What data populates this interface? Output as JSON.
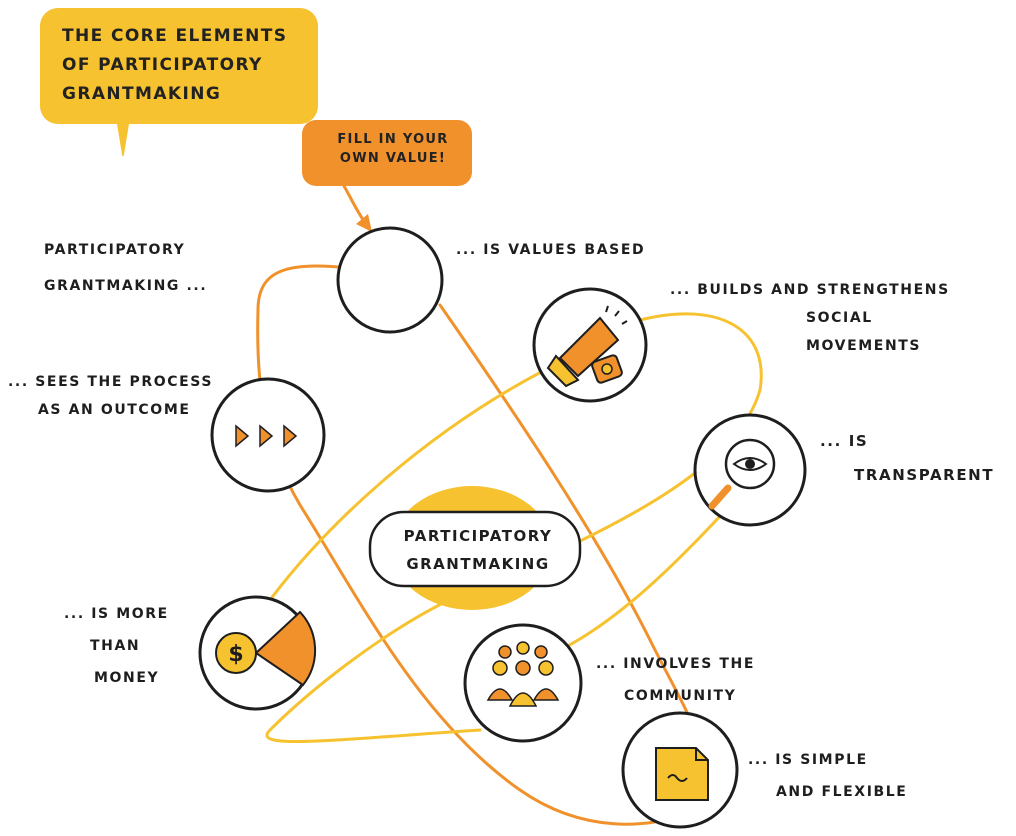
{
  "title_bubble": {
    "text_lines": [
      "THE CORE ELEMENTS",
      "OF PARTICIPATORY",
      "GRANTMAKING"
    ]
  },
  "fill_bubble": {
    "text_lines": [
      "FILL IN YOUR",
      "OWN VALUE!"
    ]
  },
  "side_label": {
    "lines": [
      "PARTICIPATORY",
      "GRANTMAKING ..."
    ]
  },
  "center": {
    "lines": [
      "PARTICIPATORY",
      "GRANTMAKING"
    ]
  },
  "elements": [
    {
      "id": "values",
      "icon": "empty-circle",
      "label_lines": [
        "... IS VALUES BASED"
      ]
    },
    {
      "id": "movements",
      "icon": "megaphone-icon",
      "label_lines": [
        "... BUILDS AND STRENGTHENS",
        "SOCIAL",
        "MOVEMENTS"
      ]
    },
    {
      "id": "process",
      "icon": "triple-arrow-icon",
      "label_lines": [
        "... SEES THE PROCESS",
        "AS AN OUTCOME"
      ]
    },
    {
      "id": "transparent",
      "icon": "magnifier-eye-icon",
      "label_lines": [
        "... IS",
        "TRANSPARENT"
      ]
    },
    {
      "id": "money",
      "icon": "coin-pie-icon",
      "label_lines": [
        "... IS MORE",
        "THAN",
        "MONEY"
      ]
    },
    {
      "id": "community",
      "icon": "people-group-icon",
      "label_lines": [
        "... INVOLVES THE",
        "COMMUNITY"
      ]
    },
    {
      "id": "simple",
      "icon": "document-icon",
      "label_lines": [
        "... IS SIMPLE",
        "AND FLEXIBLE"
      ]
    }
  ],
  "colors": {
    "yellow": "#f6c22f",
    "orange": "#f0912c",
    "ink": "#1e1e1e"
  }
}
